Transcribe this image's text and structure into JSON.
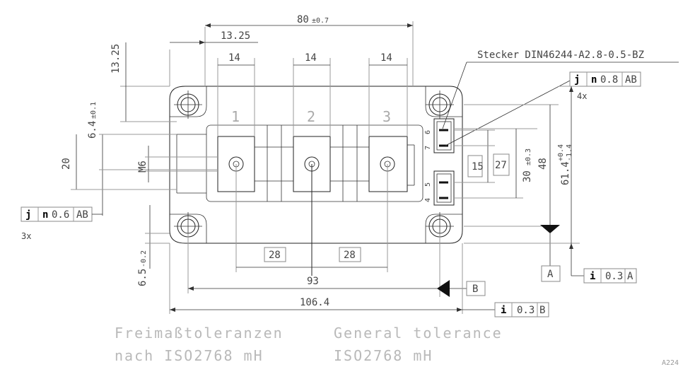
{
  "dims": {
    "overall_width": "80",
    "overall_width_tol": "±0.7",
    "top_offset_h": "13.25",
    "top_offset_v": "13.25",
    "terminal_width_1": "14",
    "terminal_width_2": "14",
    "terminal_width_3": "14",
    "hole_offset": "6.4",
    "hole_offset_tol": "±0.1",
    "left_height": "20",
    "thread": "M6",
    "pin_spacing_box": "15",
    "pin_height_box": "27",
    "right_height": "30",
    "right_height_tol": "±0.3",
    "mount_height": "48",
    "total_height": "61.4",
    "total_height_tol_plus": "+0.4",
    "total_height_tol_minus": "-1.4",
    "pitch_1": "28",
    "pitch_2": "28",
    "hole_span": "93",
    "total_length": "106.4",
    "base_thickness": "6.5",
    "base_thickness_tol": "-0.2"
  },
  "terminals": [
    "1",
    "2",
    "3"
  ],
  "pin_numbers": [
    "6",
    "7",
    "5",
    "4"
  ],
  "connector_label": "Stecker DIN46244-A2.8-0.5-BZ",
  "tol_frame_top": {
    "sym": "j",
    "mod": "n",
    "val": "0.8",
    "ref": "AB",
    "count": "4x"
  },
  "tol_frame_left": {
    "sym": "j",
    "mod": "n",
    "val": "0.6",
    "ref": "AB",
    "count": "3x"
  },
  "tol_frame_a": {
    "sym": "i",
    "val": "0.3",
    "ref": "A"
  },
  "tol_frame_b": {
    "sym": "i",
    "val": "0.3",
    "ref": "B"
  },
  "datum_a": "A",
  "datum_b": "B",
  "note_de_1": "Freimaßtoleranzen",
  "note_de_2": "nach ISO2768 mH",
  "note_en_1": "General tolerance",
  "note_en_2": "ISO2768 mH",
  "drawing_id": "A224"
}
